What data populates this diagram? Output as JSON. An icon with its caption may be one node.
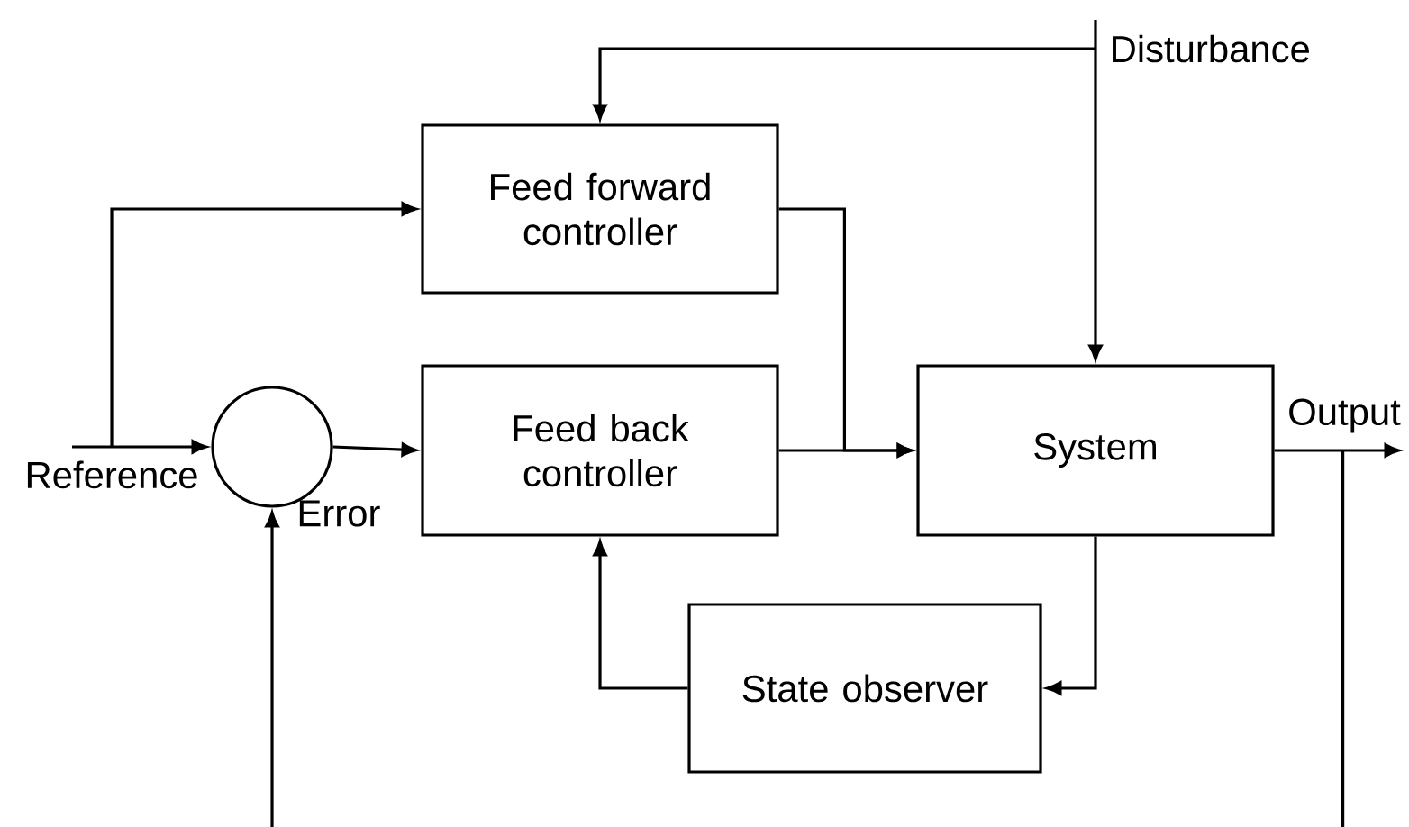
{
  "diagram": {
    "nodes": [
      {
        "text": [
          "Feed forward controller"
        ]
      },
      {
        "text": [
          "Feed back controller"
        ]
      },
      {
        "text": [
          "System"
        ]
      },
      {
        "text": [
          "State observer"
        ]
      },
      {
        "text": [],
        "shape": "circle",
        "beside": [
          "Error"
        ]
      },
      {
        "text": [
          "Reference"
        ]
      },
      {
        "text": [
          "Disturbance"
        ]
      },
      {
        "text": [
          "Output"
        ]
      }
    ],
    "edges": [
      {
        "from": 5,
        "to": 4,
        "arrow": "to"
      },
      {
        "from": 5,
        "to": 0,
        "arrow": "to"
      },
      {
        "from": 4,
        "to": 1,
        "arrow": "to"
      },
      {
        "from": 1,
        "to": 2,
        "arrow": "to"
      },
      {
        "from": 0,
        "to": 2,
        "arrow": "to"
      },
      {
        "from": 6,
        "to": 2,
        "arrow": "to"
      },
      {
        "from": 6,
        "to": 0,
        "arrow": "to"
      },
      {
        "from": 2,
        "to": 3,
        "arrow": "to"
      },
      {
        "from": 3,
        "to": 1,
        "arrow": "to"
      },
      {
        "from": 2,
        "to": 7,
        "arrow": "to"
      },
      {
        "from": 2,
        "to": null,
        "arrow": "none"
      },
      {
        "from": null,
        "to": 4,
        "arrow": "to"
      }
    ]
  }
}
